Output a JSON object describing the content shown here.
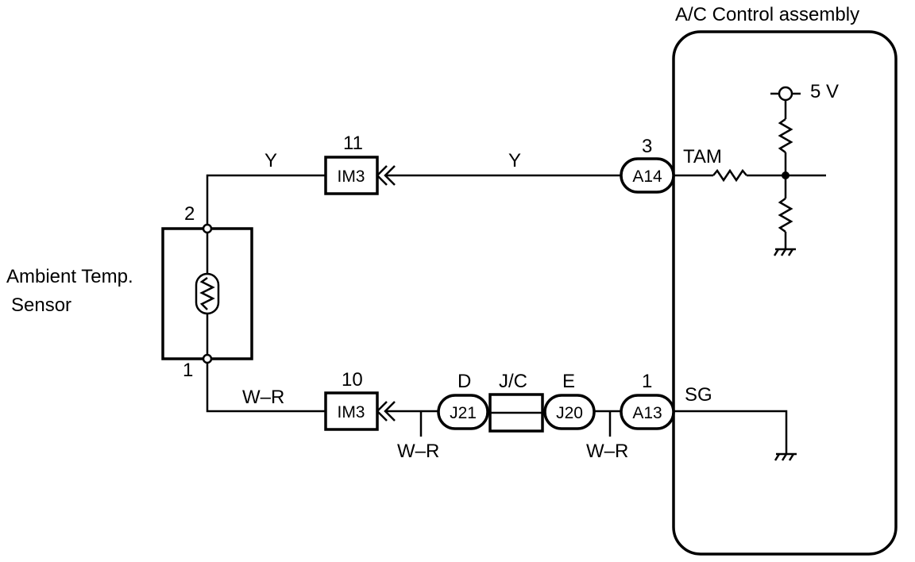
{
  "ecu": {
    "title": "A/C Control assembly",
    "voltage": "5 V",
    "tam_label": "TAM",
    "sg_label": "SG"
  },
  "sensor": {
    "name_line1": "Ambient Temp.",
    "name_line2": "Sensor",
    "pin_top": "2",
    "pin_bottom": "1"
  },
  "top_circuit": {
    "wire_left": "Y",
    "wire_right": "Y",
    "im3": {
      "label": "IM3",
      "pin": "11"
    },
    "a14": {
      "label": "A14",
      "pin": "3"
    }
  },
  "bottom_circuit": {
    "wire_left": "W–R",
    "wire_branch_left": "W–R",
    "wire_branch_right": "W–R",
    "im3": {
      "label": "IM3",
      "pin": "10"
    },
    "j21": {
      "label": "J21",
      "pin": "D"
    },
    "jc": {
      "label": "J/C"
    },
    "j20": {
      "label": "J20",
      "pin": "E"
    },
    "a13": {
      "label": "A13",
      "pin": "1"
    }
  }
}
